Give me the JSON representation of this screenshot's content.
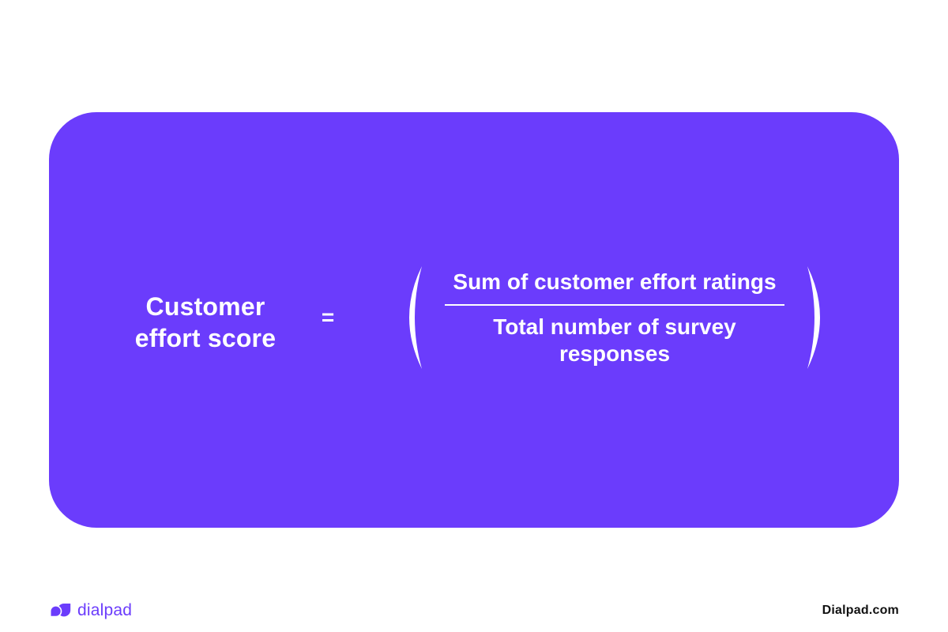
{
  "card": {
    "background_color": "#6B3CFC",
    "text_color": "#FFFFFF",
    "label_line1": "Customer",
    "label_line2": "effort score",
    "equals": "=",
    "formula": {
      "numerator": "Sum of customer effort ratings",
      "denominator": "Total number of survey responses"
    }
  },
  "footer": {
    "brand": "dialpad",
    "brand_color": "#6B3CFC",
    "site": "Dialpad.com",
    "site_color": "#111111"
  }
}
